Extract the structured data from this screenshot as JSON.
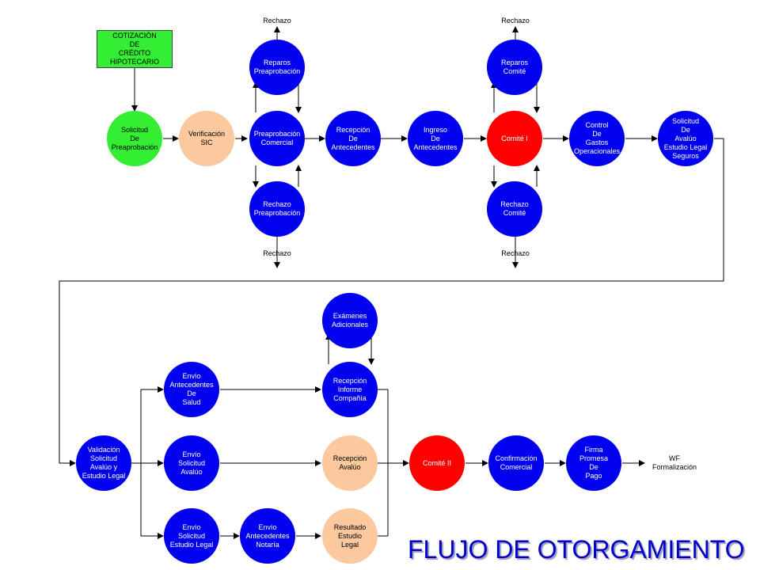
{
  "title": "FLUJO DE OTORGAMIENTO",
  "colors": {
    "blue": "#0000ee",
    "red": "#ff0000",
    "peach": "#fcc89e",
    "green": "#33ee33",
    "link": "#000000",
    "title": "#0000cc"
  },
  "nodes": {
    "cotizacion": [
      "COTIZACIÓN",
      "DE",
      "CRÉDITO",
      "HIPOTECARIO"
    ],
    "solicitud_preaprobacion": [
      "Solicitud",
      "De",
      "Preaprobación"
    ],
    "verificacion_sic": [
      "Verificación",
      "SIC"
    ],
    "reparos_preaprobacion": [
      "Reparos",
      "Preaprobación"
    ],
    "preaprobacion_comercial": [
      "Preaprobación",
      "Comercial"
    ],
    "rechazo_preaprobacion": [
      "Rechazo",
      "Preaprobación"
    ],
    "recepcion_antecedentes": [
      "Recepción",
      "De",
      "Antecedentes"
    ],
    "ingreso_antecedentes": [
      "Ingreso",
      "De",
      "Antecedentes"
    ],
    "reparos_comite": [
      "Reparos",
      "Comité"
    ],
    "comite_1": [
      "Comité I"
    ],
    "rechazo_comite": [
      "Rechazo",
      "Comité"
    ],
    "control_gastos": [
      "Control",
      "De",
      "Gastos",
      "Operacionales"
    ],
    "solicitud_avaluo": [
      "Solicitud",
      "De",
      "Avalúo",
      "Estudio Legal",
      "Seguros"
    ],
    "validacion_solicitud": [
      "Validación",
      "Solicitud",
      "Avalúo y",
      "Estudio Legal"
    ],
    "envio_salud": [
      "Envío",
      "Antecedentes",
      "De",
      "Salud"
    ],
    "envio_avaluo": [
      "Envío",
      "Solicitud",
      "Avalúo"
    ],
    "envio_estudio_legal": [
      "Envío",
      "Solicitud",
      "Estudio Legal"
    ],
    "envio_notaria": [
      "Envío",
      "Antecedentes",
      "Notaría"
    ],
    "examenes_adicionales": [
      "Exámenes",
      "Adicionales"
    ],
    "recepcion_informe": [
      "Recepción",
      "Informe",
      "Compañía"
    ],
    "recepcion_avaluo": [
      "Recepción",
      "Avalúo"
    ],
    "resultado_estudio": [
      "Resultado",
      "Estudio",
      "Legal"
    ],
    "comite_2": [
      "Comité II"
    ],
    "confirmacion_comercial": [
      "Confirmación",
      "Comercial"
    ],
    "firma_promesa": [
      "Firma",
      "Promesa",
      "De",
      "Pago"
    ]
  },
  "labels": {
    "rechazo_top_1": "Rechazo",
    "rechazo_bottom_1": "Rechazo",
    "rechazo_top_2": "Rechazo",
    "rechazo_bottom_2": "Rechazo",
    "wf_formalizacion": [
      "WF",
      "Formalización"
    ]
  }
}
